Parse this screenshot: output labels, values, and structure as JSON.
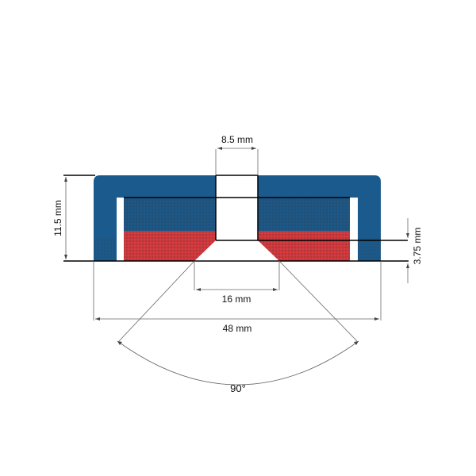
{
  "labels": {
    "hole_diameter": "8.5 mm",
    "height": "11.5 mm",
    "countersink_depth": "3.75 mm",
    "countersink_diameter": "16 mm",
    "outer_diameter": "48 mm",
    "angle": "90°"
  },
  "colors": {
    "steel": "#1b5a8c",
    "magnet_north": "#1b5a8c",
    "magnet_south": "#e03a3e"
  }
}
